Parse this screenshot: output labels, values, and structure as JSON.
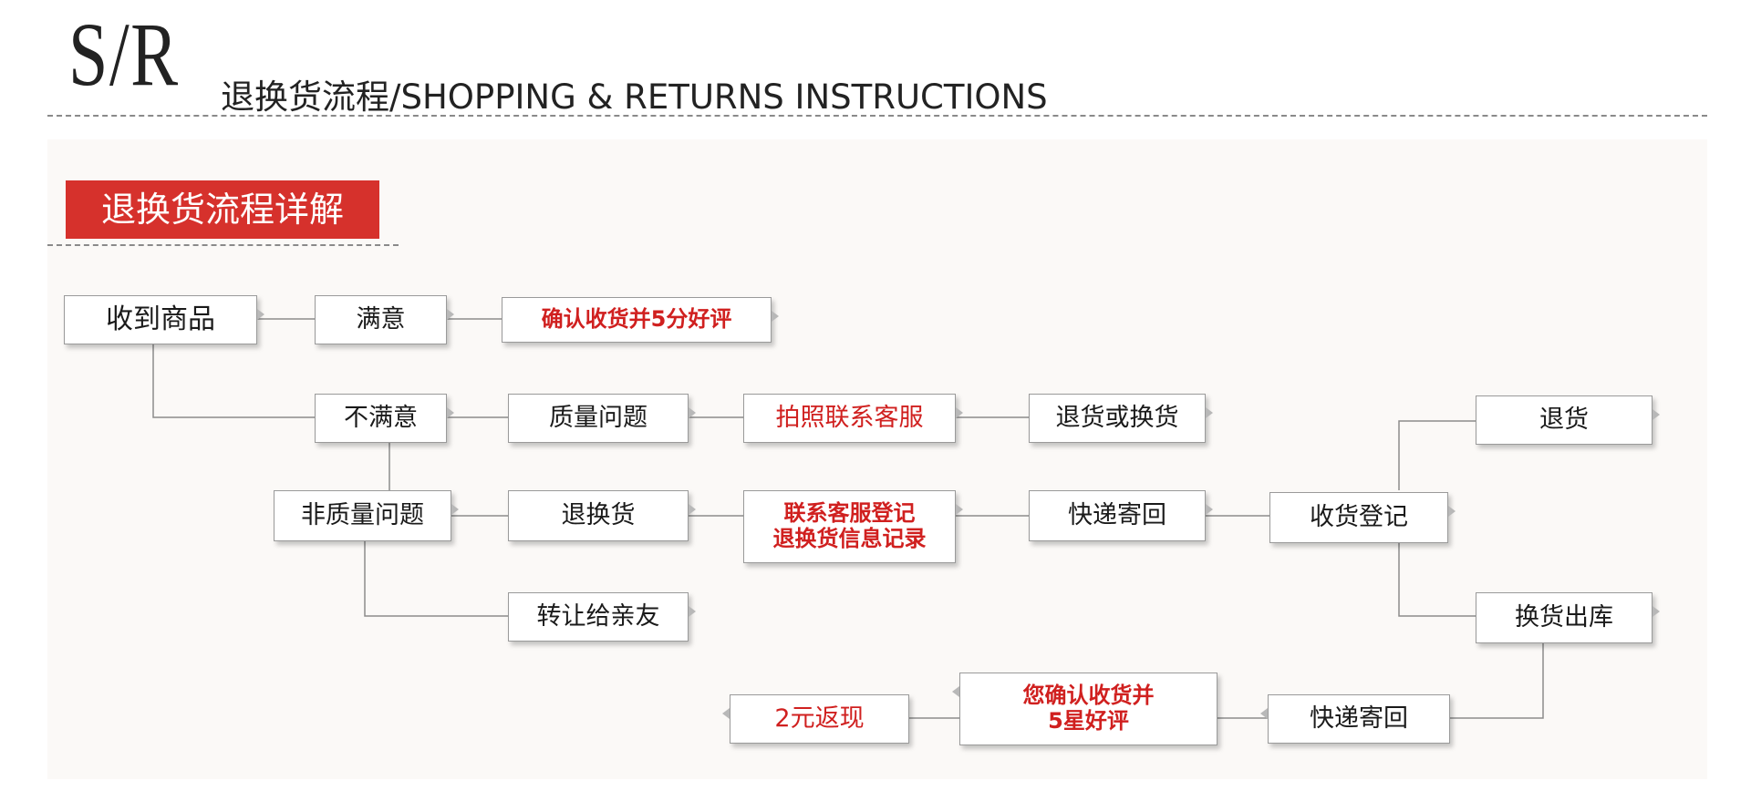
{
  "header": {
    "logo": "S/R",
    "title": "退换货流程/SHOPPING & RETURNS INSTRUCTIONS"
  },
  "section": {
    "title": "退换货流程详解"
  },
  "colors": {
    "accent": "#d6312c",
    "highlight_text": "#d0201f",
    "connector": "#8c8c8c"
  },
  "nodes": {
    "received": "收到商品",
    "satisfied": "满意",
    "confirm_five_star": "确认收货并5分好评",
    "unsatisfied": "不满意",
    "quality_issue": "质量问题",
    "photo_contact": "拍照联系客服",
    "return_or_exchange": "退货或换货",
    "non_quality_issue": "非质量问题",
    "return_exchange": "退换货",
    "register_with_service": "联系客服登记\n退换货信息记录",
    "courier_back": "快递寄回",
    "receipt_register": "收货登记",
    "return_goods": "退货",
    "exchange_shipped": "换货出库",
    "transfer_to_friend": "转让给亲友",
    "cashback": "2元返现",
    "confirm_five_star_2": "您确认收货并\n5星好评",
    "courier_back_2": "快递寄回"
  }
}
